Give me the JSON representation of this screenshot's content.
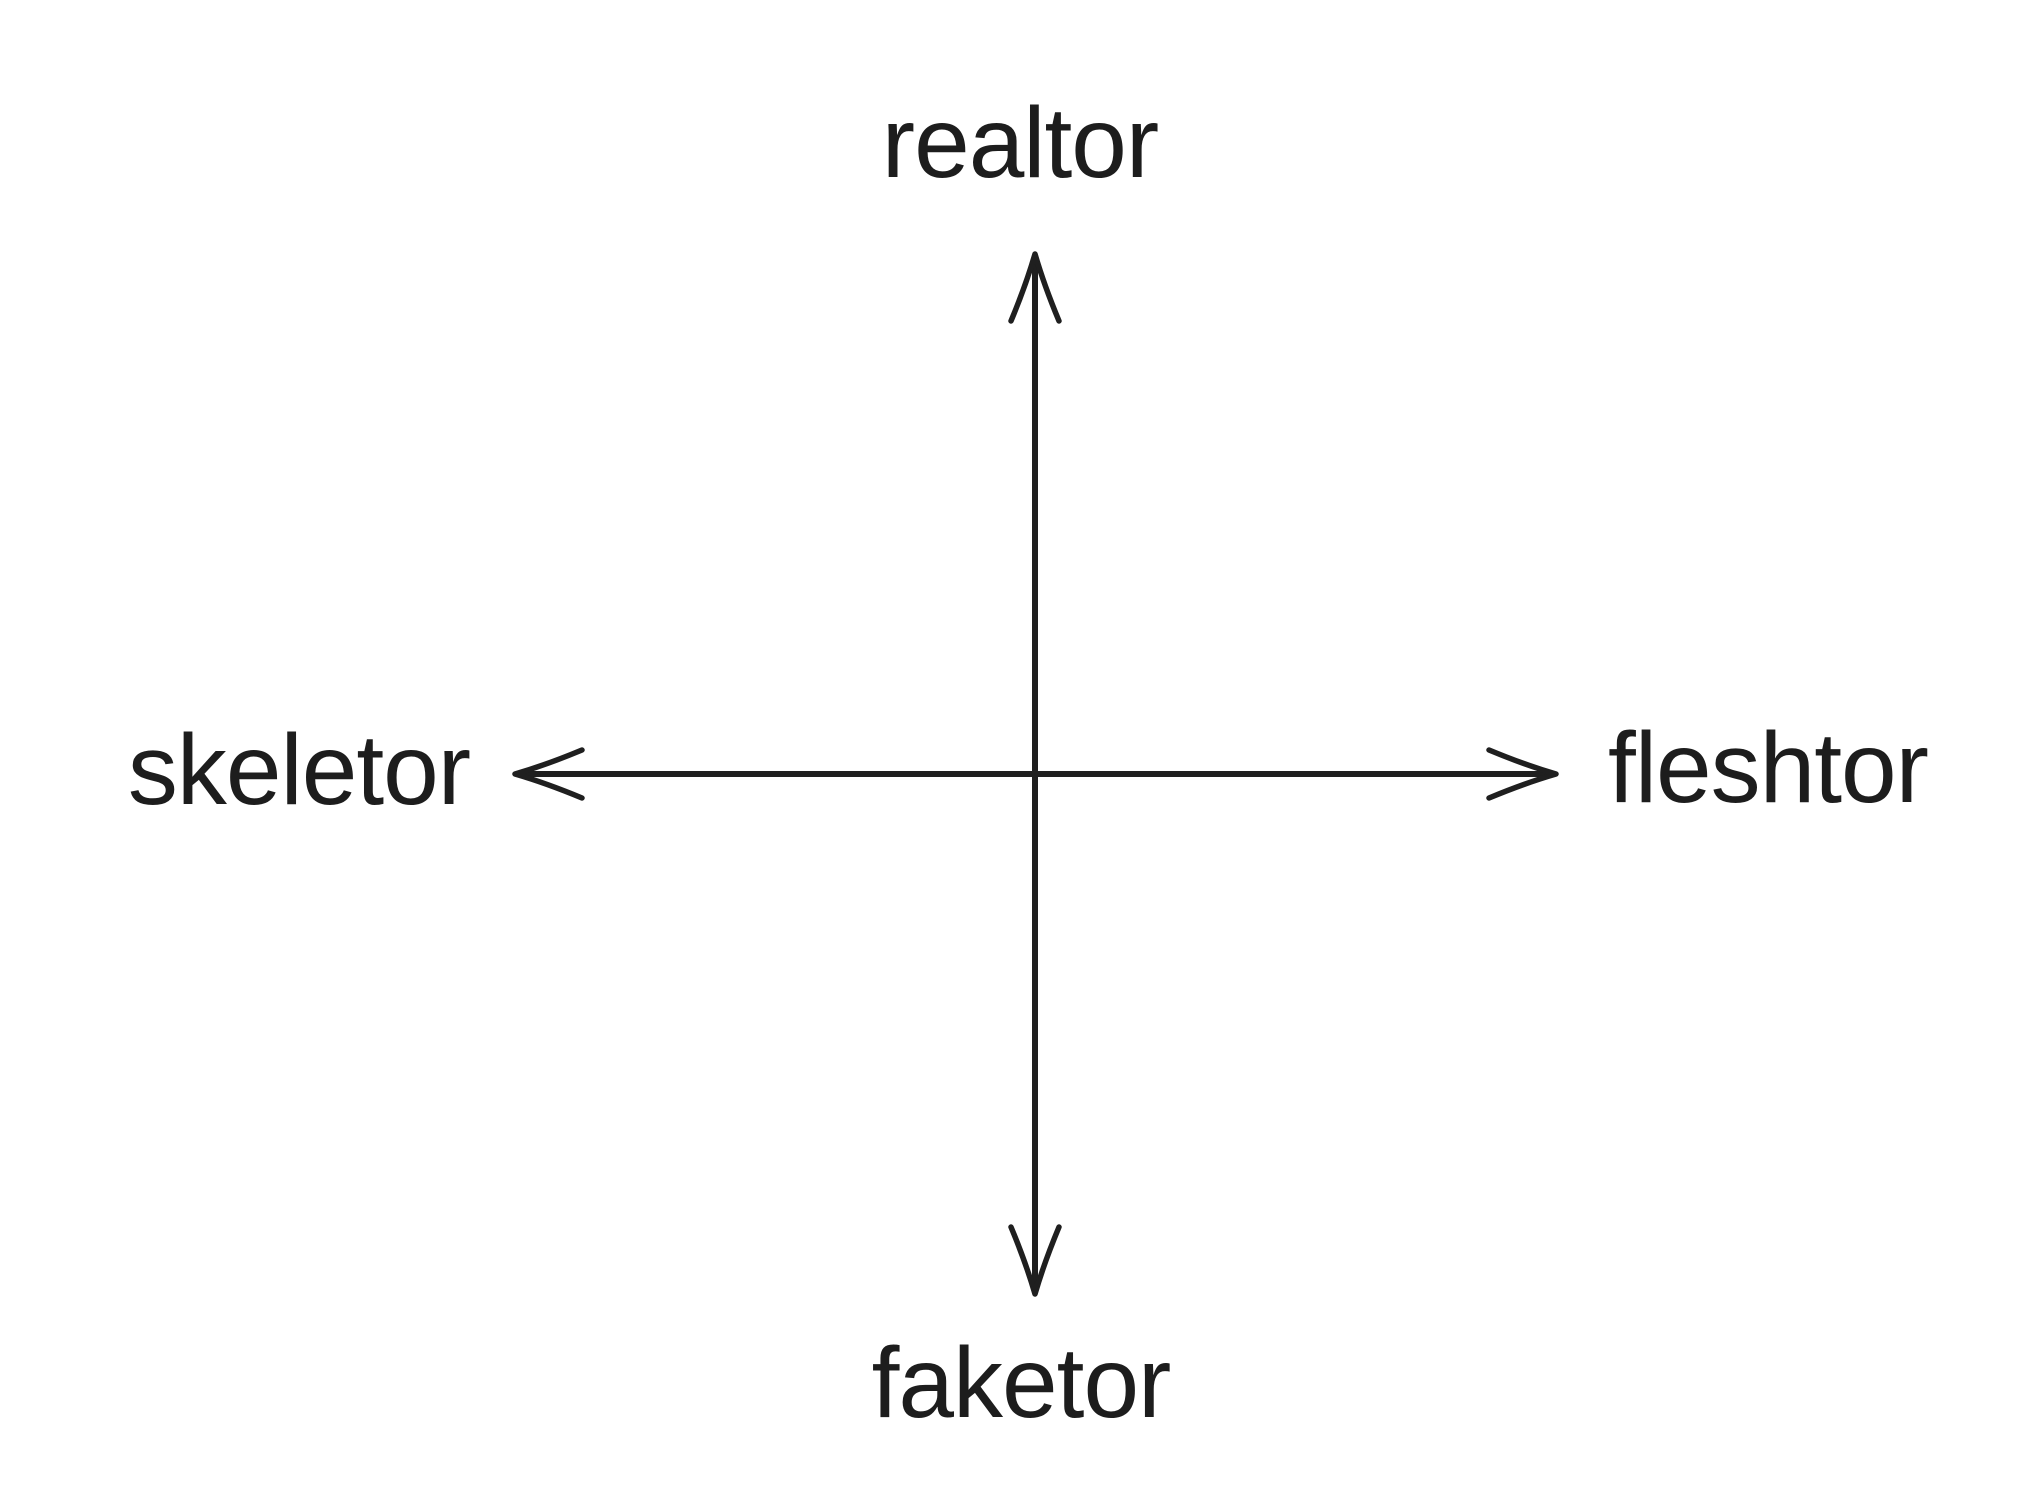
{
  "diagram": {
    "type": "axis-compass",
    "background_color": "#ffffff",
    "line_color": "#1f1f1f",
    "text_color": "#1d1d1d",
    "axes": {
      "vertical": {
        "top_label": "realtor",
        "bottom_label": "faketor",
        "arrowheads": [
          "up",
          "down"
        ]
      },
      "horizontal": {
        "left_label": "skeletor",
        "right_label": "fleshtor",
        "arrowheads": [
          "left",
          "right"
        ]
      }
    },
    "labels": {
      "top": "realtor",
      "bottom": "faketor",
      "left": "skeletor",
      "right": "fleshtor"
    }
  }
}
